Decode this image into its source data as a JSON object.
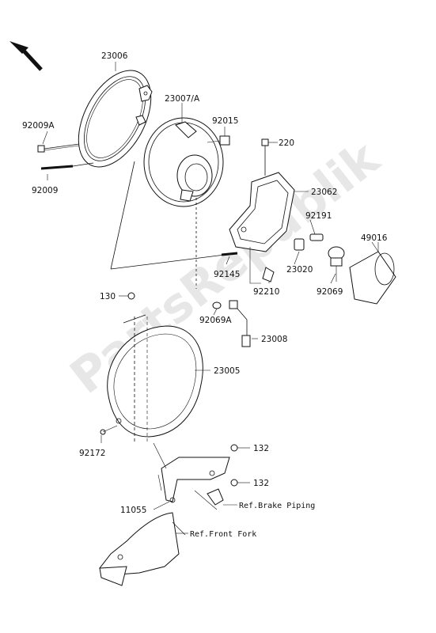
{
  "watermark": "PartsRepublik",
  "parts": [
    {
      "id": "p23006",
      "number": "23006"
    },
    {
      "id": "p23007",
      "number": "23007/A"
    },
    {
      "id": "p92015",
      "number": "92015"
    },
    {
      "id": "p92009A",
      "number": "92009A"
    },
    {
      "id": "p92009",
      "number": "92009"
    },
    {
      "id": "p220",
      "number": "220"
    },
    {
      "id": "p23062",
      "number": "23062"
    },
    {
      "id": "p92191",
      "number": "92191"
    },
    {
      "id": "p49016",
      "number": "49016"
    },
    {
      "id": "p23020",
      "number": "23020"
    },
    {
      "id": "p92069",
      "number": "92069"
    },
    {
      "id": "p92145",
      "number": "92145"
    },
    {
      "id": "p92210",
      "number": "92210"
    },
    {
      "id": "p130",
      "number": "130"
    },
    {
      "id": "p92069A",
      "number": "92069A"
    },
    {
      "id": "p23008",
      "number": "23008"
    },
    {
      "id": "p23005",
      "number": "23005"
    },
    {
      "id": "p92172",
      "number": "92172"
    },
    {
      "id": "p132a",
      "number": "132"
    },
    {
      "id": "p132b",
      "number": "132"
    },
    {
      "id": "p11055",
      "number": "11055"
    }
  ],
  "references": [
    {
      "id": "brake",
      "text": "Ref.Brake Piping"
    },
    {
      "id": "fork",
      "text": "Ref.Front Fork"
    }
  ]
}
